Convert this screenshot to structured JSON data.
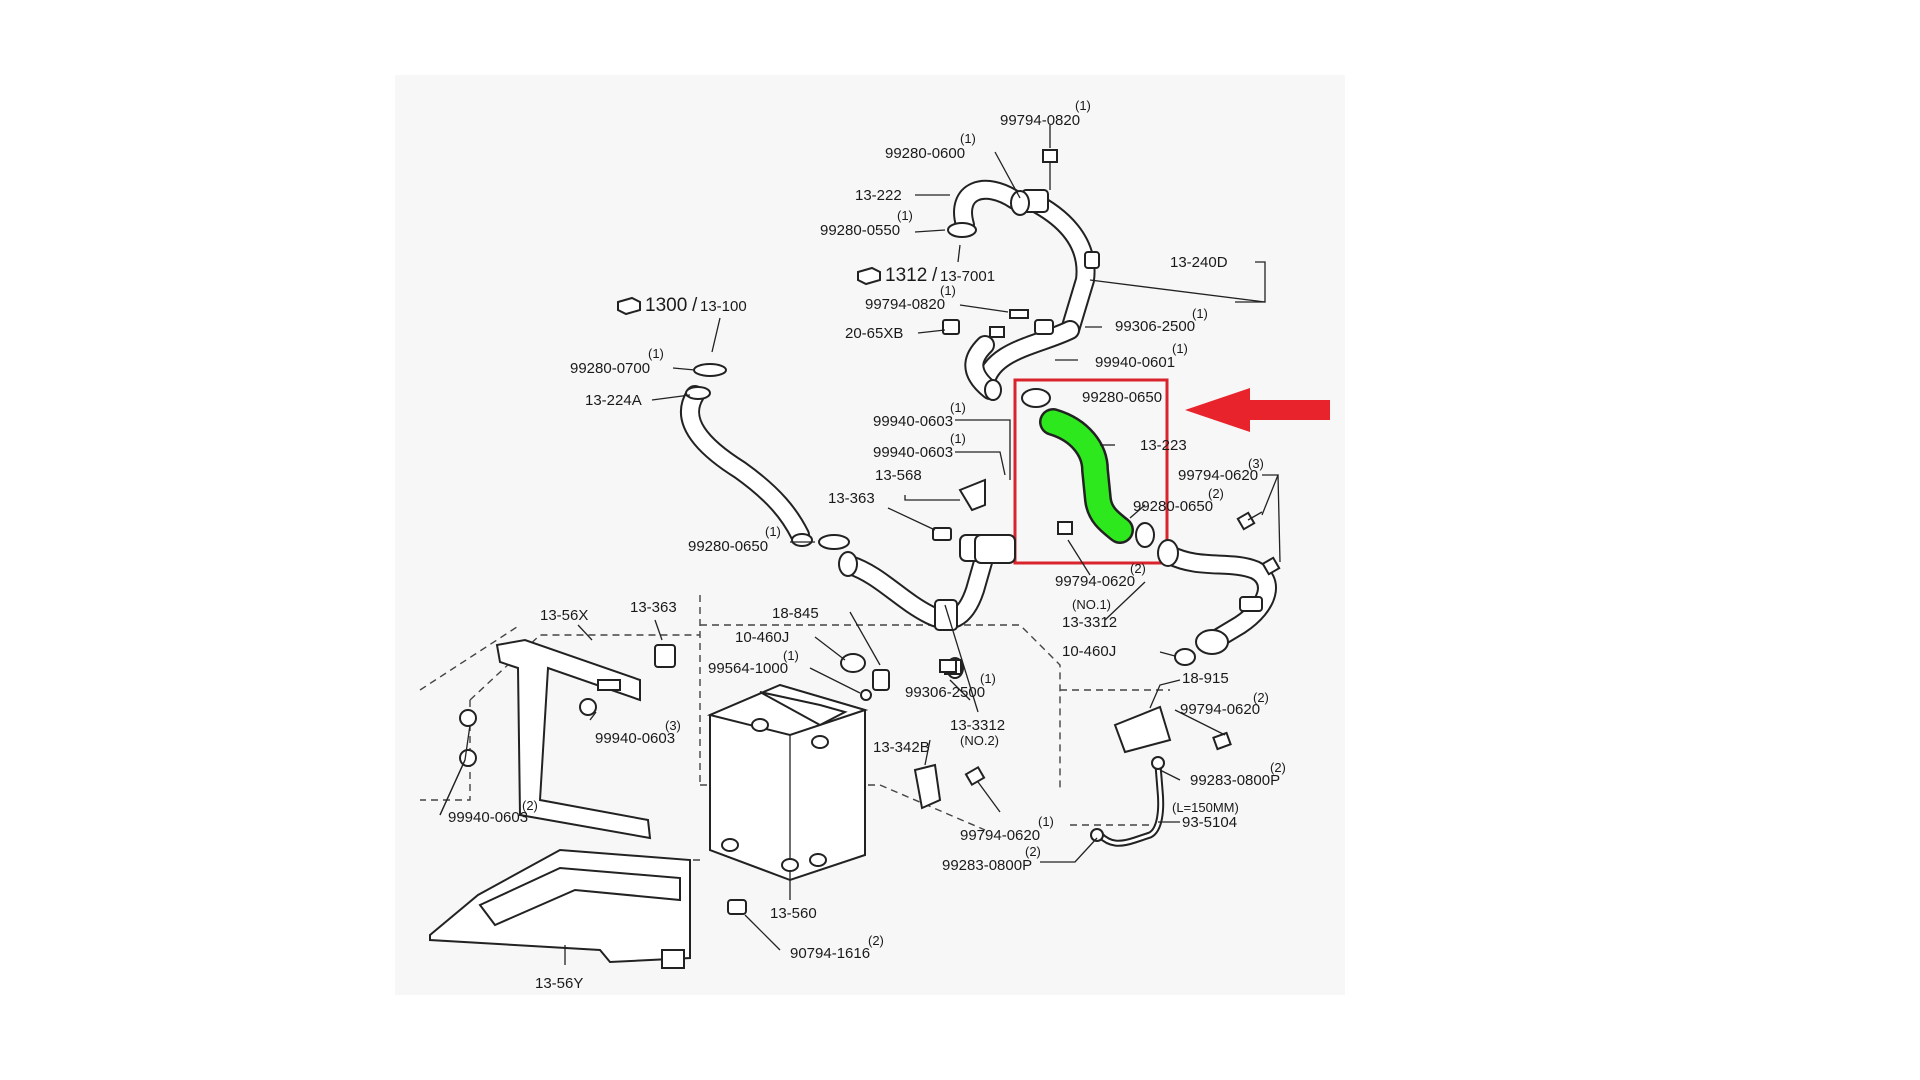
{
  "colors": {
    "highlight_hose": "#2ee81e",
    "highlight_box": "#d9232d",
    "arrow": "#e8232b",
    "line": "#222222"
  },
  "refs": [
    {
      "page": "1300",
      "sep": "/",
      "code": "13-100"
    },
    {
      "page": "1312",
      "sep": "/",
      "code": "13-7001"
    }
  ],
  "labels": {
    "p99794_0820_top": "99794-0820",
    "q99794_0820_top": "(1)",
    "p99280_0600": "99280-0600",
    "q99280_0600": "(1)",
    "p13_222": "13-222",
    "p99280_0550": "99280-0550",
    "q99280_0550": "(1)",
    "p13_240D": "13-240D",
    "p99794_0820_mid": "99794-0820",
    "q99794_0820_mid": "(1)",
    "p20_65XB": "20-65XB",
    "p99306_2500_top": "99306-2500",
    "q99306_2500_top": "(1)",
    "p99940_0601": "99940-0601",
    "q99940_0601": "(1)",
    "p99280_0700": "99280-0700",
    "q99280_0700": "(1)",
    "p13_224A": "13-224A",
    "p99280_0650_hi": "99280-0650",
    "p13_223": "13-223",
    "p99940_0603_a": "99940-0603",
    "q99940_0603_a": "(1)",
    "p99940_0603_b": "99940-0603",
    "q99940_0603_b": "(1)",
    "p13_568": "13-568",
    "p13_363_a": "13-363",
    "p99794_0620_r": "99794-0620",
    "q99794_0620_r": "(3)",
    "p99280_0650_r": "99280-0650",
    "q99280_0650_r": "(2)",
    "p99280_0650_l": "99280-0650",
    "q99280_0650_l": "(1)",
    "p99794_0620_c": "99794-0620",
    "q99794_0620_c": "(2)",
    "no1": "(NO.1)",
    "p13_3312_a": "13-3312",
    "p13_56X": "13-56X",
    "p13_363_b": "13-363",
    "p18_845": "18-845",
    "p10_460J_l": "10-460J",
    "p99564_1000": "99564-1000",
    "q99564_1000": "(1)",
    "p10_460J_r": "10-460J",
    "p18_915": "18-915",
    "p99794_0620_rr": "99794-0620",
    "q99794_0620_rr": "(2)",
    "p99306_2500_b": "99306-2500",
    "q99306_2500_b": "(1)",
    "p13_3312_b": "13-3312",
    "no2": "(NO.2)",
    "p99940_0603_c": "99940-0603",
    "q99940_0603_c": "(3)",
    "p13_342B": "13-342B",
    "p99283_0800P_a": "99283-0800P",
    "q99283_0800P_a": "(2)",
    "len": "(L=150MM)",
    "p93_5104": "93-5104",
    "p99940_0603_d": "99940-0603",
    "q99940_0603_d": "(2)",
    "p99794_0620_b": "99794-0620",
    "q99794_0620_b": "(1)",
    "p99283_0800P_b": "99283-0800P",
    "q99283_0800P_b": "(2)",
    "p13_560": "13-560",
    "p90794_1616": "90794-1616",
    "q90794_1616": "(2)",
    "p13_56Y": "13-56Y"
  }
}
